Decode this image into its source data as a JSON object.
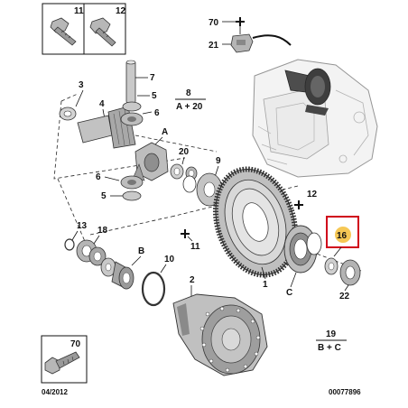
{
  "diagram": {
    "inset_top_left": {
      "left_label": "11",
      "right_label": "12"
    },
    "inset_bottom_left": {
      "label": "70"
    },
    "date_code": "04/2012",
    "ref_code": "00077896",
    "callouts": {
      "c70_top": "70",
      "c21": "21",
      "c7": "7",
      "c3": "3",
      "c4": "4",
      "c5a": "5",
      "c6a": "6",
      "c8": "8",
      "c8_sub": "A + 20",
      "cA": "A",
      "c20": "20",
      "c9": "9",
      "c6b": "6",
      "c5b": "5",
      "c12": "12",
      "c11": "11",
      "c13": "13",
      "c18": "18",
      "cB": "B",
      "c10": "10",
      "c2": "2",
      "c1": "1",
      "cC": "C",
      "c16": "16",
      "c22": "22",
      "c19": "19",
      "c19_sub": "B + C"
    },
    "highlight_color": "#d0021b",
    "highlight_fill": "#f5c242"
  }
}
